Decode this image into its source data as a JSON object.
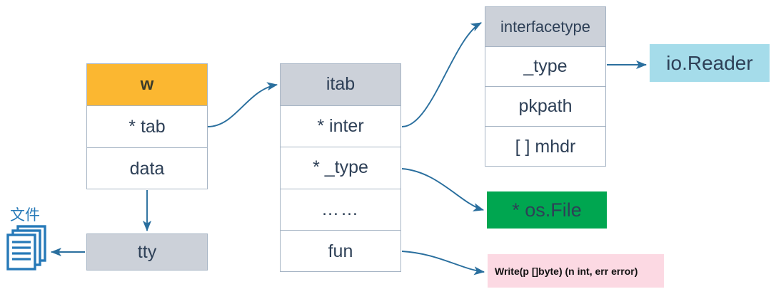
{
  "diagram": {
    "title": "Go interface itab structure diagram",
    "colors": {
      "orange_header": "#fbb731",
      "gray_header": "#ccd1d9",
      "light_blue_box": "#a5dcea",
      "green_box": "#00a650",
      "pink_box": "#fcd9e3",
      "arrow_blue": "#2a6f9e",
      "icon_blue": "#2679b8",
      "border_gray": "#a6b4c4",
      "text_navy": "#2e4057"
    },
    "tables": {
      "w": {
        "header": "w",
        "rows": [
          "* tab",
          "data"
        ]
      },
      "itab": {
        "header": "itab",
        "rows": [
          "* inter",
          "* _type",
          "……",
          "fun"
        ]
      },
      "interfacetype": {
        "header": "interfacetype",
        "rows": [
          "_type",
          "pkpath",
          "[ ] mhdr"
        ]
      }
    },
    "boxes": {
      "io_reader": "io.Reader",
      "os_file": "* os.File",
      "write_signature": "Write(p []byte) (n int, err error)",
      "tty": "tty"
    },
    "labels": {
      "files": "文件"
    },
    "icons": {
      "files": "documents-stack-icon"
    }
  }
}
